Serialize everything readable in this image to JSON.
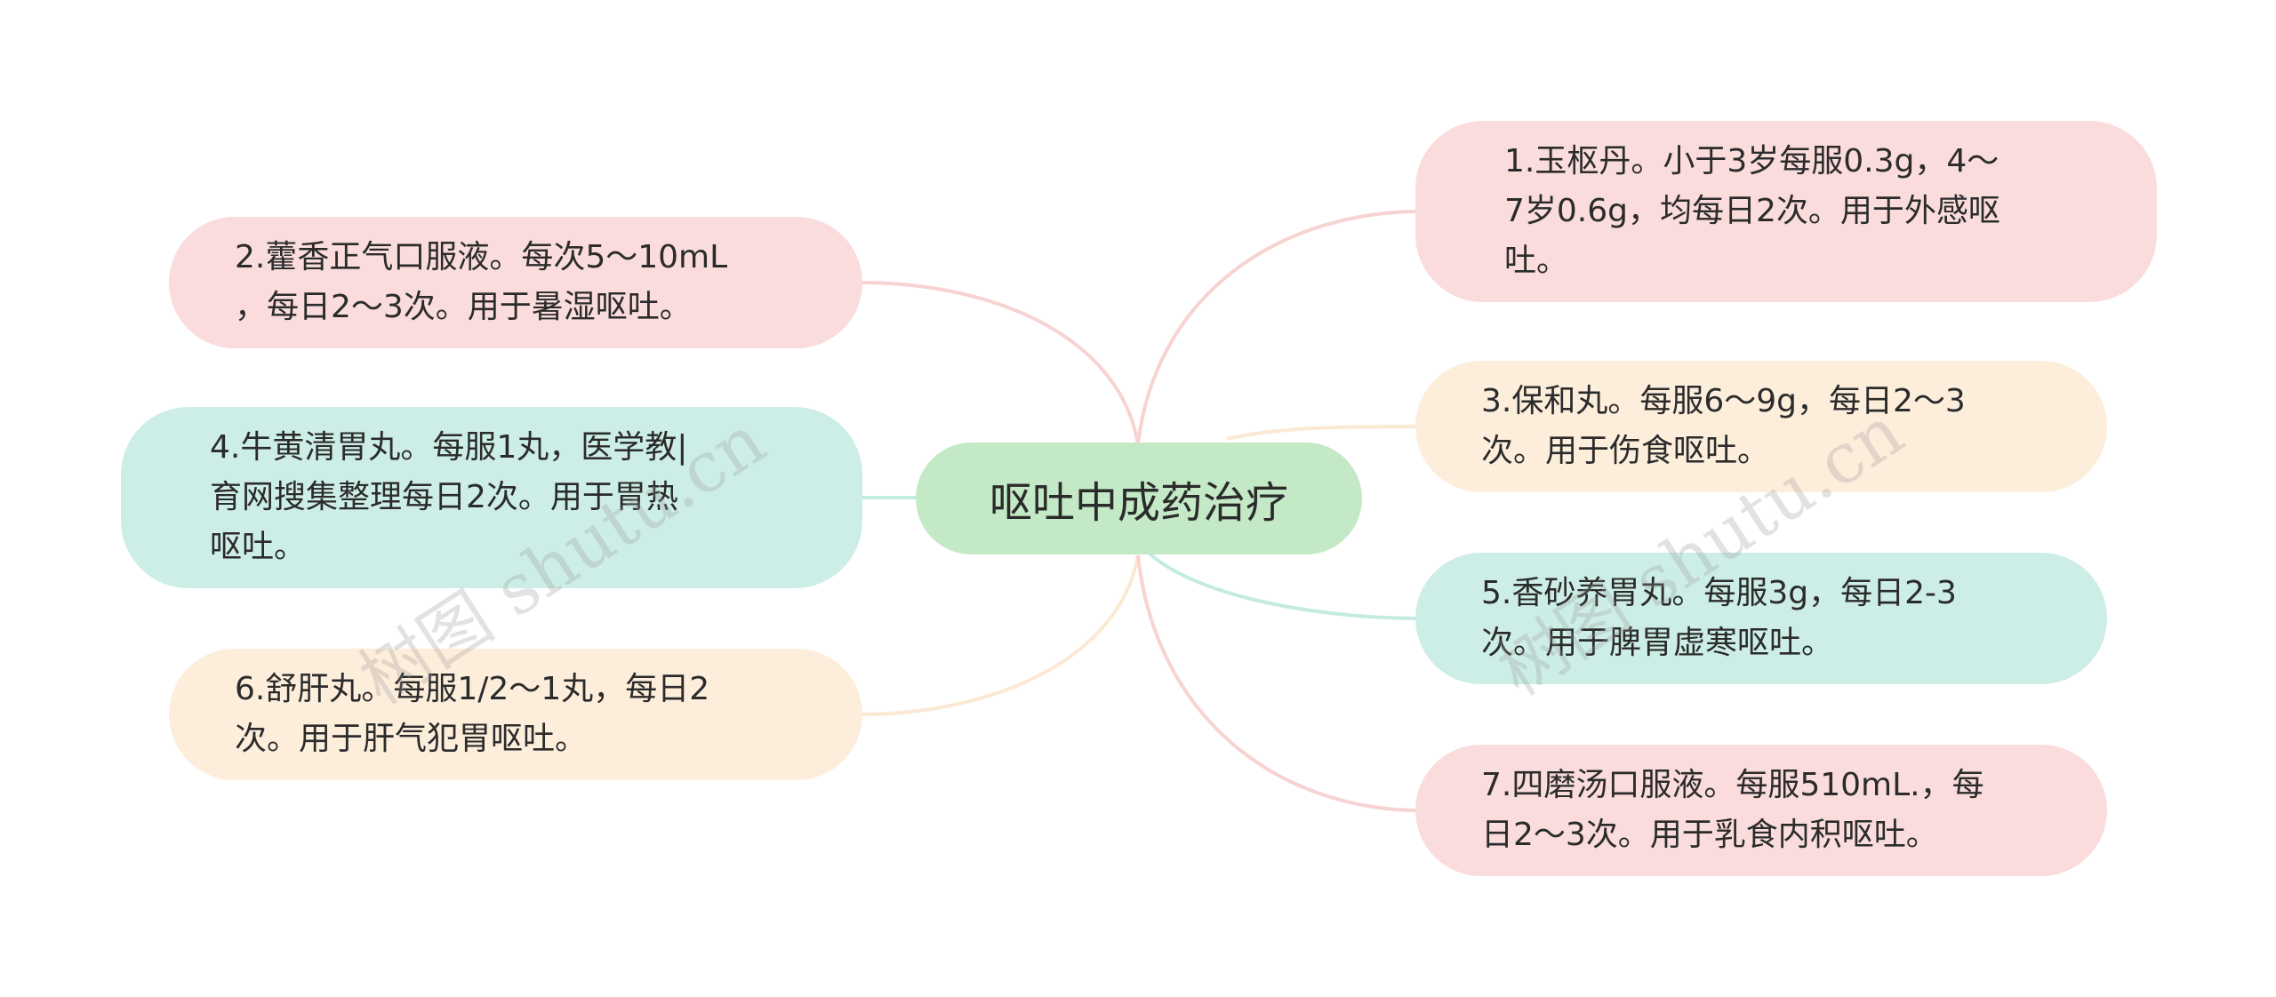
{
  "center": {
    "label": "呕吐中成药治疗"
  },
  "colors": {
    "pink": "#fadcdc",
    "peach": "#fdeedc",
    "teal": "#cdeee6",
    "center": "#c4e9c6"
  },
  "branches": [
    {
      "id": "b1",
      "color": "pink",
      "text": "1.玉枢丹。小于3岁每服0.3g，4～\n7岁0.6g，均每日2次。用于外感呕\n吐。"
    },
    {
      "id": "b2",
      "color": "pink",
      "text": "2.藿香正气口服液。每次5～10mL\n，每日2～3次。用于暑湿呕吐。"
    },
    {
      "id": "b3",
      "color": "peach",
      "text": "3.保和丸。每服6～9g，每日2～3\n次。用于伤食呕吐。"
    },
    {
      "id": "b4",
      "color": "teal",
      "text": "4.牛黄清胃丸。每服1丸，医学教|\n育网搜集整理每日2次。用于胃热\n呕吐。"
    },
    {
      "id": "b5",
      "color": "teal",
      "text": "5.香砂养胃丸。每服3g，每日2-3\n次。用于脾胃虚寒呕吐。"
    },
    {
      "id": "b6",
      "color": "peach",
      "text": "6.舒肝丸。每服1/2～1丸，每日2\n次。用于肝气犯胃呕吐。"
    },
    {
      "id": "b7",
      "color": "pink",
      "text": "7.四磨汤口服液。每服510mL.，每\n日2～3次。用于乳食内积呕吐。"
    }
  ],
  "watermarks": [
    "树图 shutu.cn",
    "树图 shutu.cn"
  ]
}
